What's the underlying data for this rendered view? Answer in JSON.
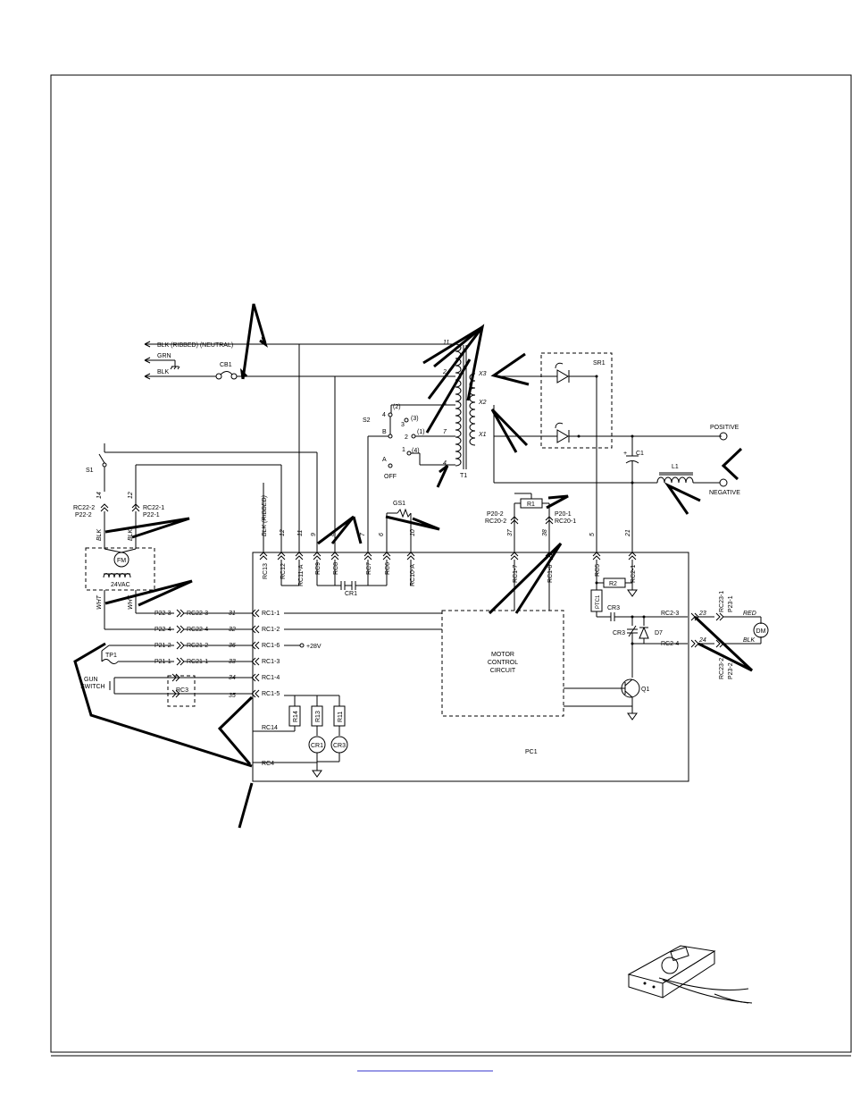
{
  "mains": {
    "neutral": "BLK (RIBBED) (NEUTRAL)",
    "ground": "GRN",
    "line": "BLK",
    "breaker": "CB1"
  },
  "transformer": {
    "ref": "T1",
    "primary_taps": [
      "11",
      "2",
      "3",
      "7",
      "4"
    ],
    "secondary_taps": [
      "X3",
      "X2",
      "X1"
    ]
  },
  "selector": {
    "ref": "S2",
    "positions": [
      "4",
      "(2)",
      "3",
      "(3)",
      "B",
      "2",
      "(1)",
      "1",
      "(4)",
      "A",
      "OFF"
    ]
  },
  "rectifier": {
    "ref": "SR1"
  },
  "output": {
    "capacitor": "C1",
    "capacitor_sign": "+",
    "inductor": "L1",
    "positive": "POSITIVE",
    "negative": "NEGATIVE"
  },
  "fan": {
    "switch": "S1",
    "motor": "FM",
    "voltage": "24VAC",
    "wires": [
      "14",
      "12"
    ],
    "conn_left": [
      "RC22-2",
      "P22-2"
    ],
    "conn_right": [
      "RC22-1",
      "P22-1"
    ],
    "lead_labels": [
      "BLK",
      "BLK",
      "WHT",
      "WHT"
    ]
  },
  "thermostat": {
    "ref": "GS1"
  },
  "pot": {
    "ref": "R1",
    "left_conn": [
      "P20-2",
      "RC20-2"
    ],
    "right_conn": [
      "P20-1",
      "RC20-1"
    ]
  },
  "board": {
    "ref": "PC1",
    "top_pins": [
      {
        "wire": "BLK (RIBBED)",
        "label": "RC13"
      },
      {
        "wire": "12",
        "label": "RC12"
      },
      {
        "wire": "11",
        "label": "RC11-A"
      },
      {
        "wire": "9",
        "label": "RC9"
      },
      {
        "wire": "8",
        "label": "RC8"
      },
      {
        "wire": "7",
        "label": "RC7"
      },
      {
        "wire": "6",
        "label": "RC6"
      },
      {
        "wire": "10",
        "label": "RC10-A"
      },
      {
        "wire": "37",
        "label": "RC1-7"
      },
      {
        "wire": "38",
        "label": "RC1-8"
      },
      {
        "wire": "5",
        "label": "RC5"
      },
      {
        "wire": "21",
        "label": "RC2-1"
      }
    ],
    "cr1_bottom": "CR1",
    "left_rows": [
      {
        "conn": "P22-3",
        "rc": "RC22-3",
        "wire": "31",
        "pin": "RC1-1"
      },
      {
        "conn": "P22-4",
        "rc": "RC22-4",
        "wire": "32",
        "pin": "RC1-2"
      },
      {
        "conn": "P21-2",
        "rc": "RC21-2",
        "wire": "36",
        "pin": "RC1-6"
      },
      {
        "conn": "P21-1",
        "rc": "RC21-1",
        "wire": "33",
        "pin": "RC1-3"
      },
      {
        "conn": "",
        "rc": "",
        "wire": "34",
        "pin": "RC1-4"
      },
      {
        "conn": "",
        "rc": "",
        "wire": "35",
        "pin": "RC1-5"
      }
    ],
    "supply": "+28V",
    "rc14": "RC14",
    "rc4": "RC4",
    "resistors": [
      "R14",
      "R13",
      "R11"
    ],
    "relays": [
      "CR1",
      "CR3"
    ],
    "motor_control": [
      "MOTOR",
      "CONTROL",
      "CIRCUIT"
    ],
    "r2": "R2",
    "ptc": "PTC1",
    "cr3": "CR3",
    "d7": "D7",
    "q1": "Q1",
    "rc2_3": "RC2-3",
    "rc2_4": "RC2-4"
  },
  "gun": {
    "tp1": "TP1",
    "switch_lines": [
      "GUN",
      "SWITCH"
    ],
    "rc3": "RC3"
  },
  "drive_motor": {
    "ref": "DM",
    "wire_top": "23",
    "wire_bot": "24",
    "conn_top": "RC23-1",
    "conn_top2": "P23-1",
    "conn_bot": "RC23-2",
    "conn_bot2": "P23-2",
    "lead_top": "RED",
    "lead_bot": "BLK"
  }
}
